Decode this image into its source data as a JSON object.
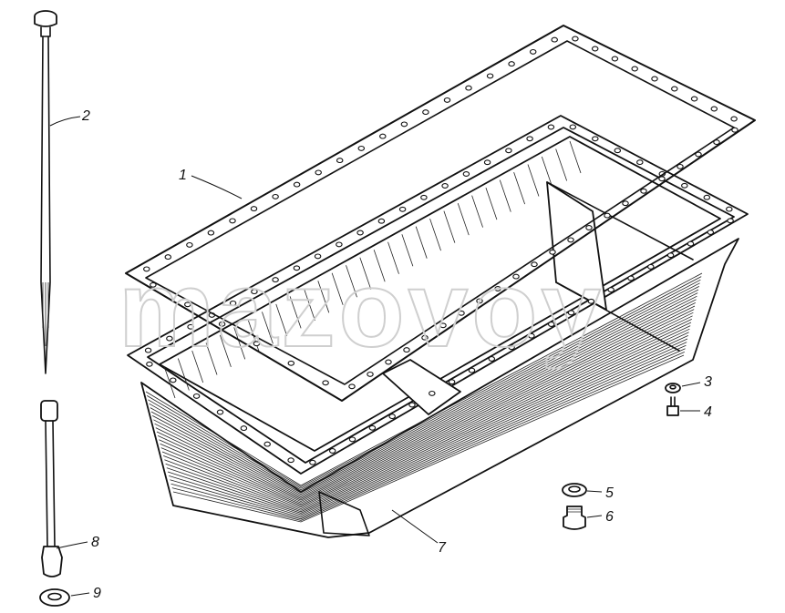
{
  "watermark": "mazovoy",
  "callouts": [
    {
      "id": "1",
      "label": "1"
    },
    {
      "id": "2",
      "label": "2"
    },
    {
      "id": "3",
      "label": "3"
    },
    {
      "id": "4",
      "label": "4"
    },
    {
      "id": "5",
      "label": "5"
    },
    {
      "id": "6",
      "label": "6"
    },
    {
      "id": "7",
      "label": "7"
    },
    {
      "id": "8",
      "label": "8"
    },
    {
      "id": "9",
      "label": "9"
    }
  ]
}
